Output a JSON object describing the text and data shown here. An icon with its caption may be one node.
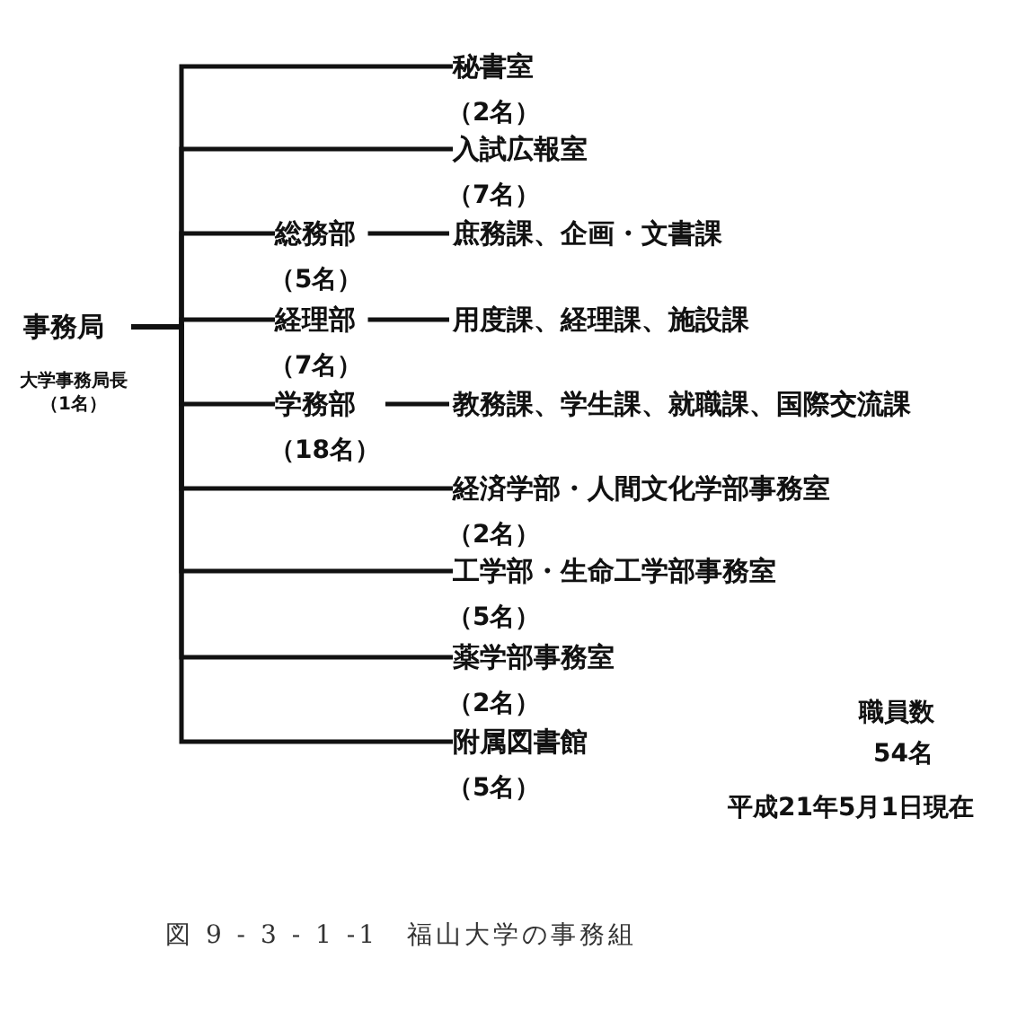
{
  "diagram": {
    "caption": "図 9 - 3 - 1 -1　福山大学の事務組",
    "nodes": [
      {
        "text": [
          "事務局"
        ],
        "beside": [
          "大学事務局長（1名）"
        ]
      },
      {
        "text": [
          "秘書室"
        ],
        "beside": [
          "（2名）"
        ]
      },
      {
        "text": [
          "入試広報室"
        ],
        "beside": [
          "（7名）"
        ]
      },
      {
        "text": [
          "総務部"
        ],
        "beside": [
          "（5名）"
        ]
      },
      {
        "text": [
          "庶務課、企画・文書課"
        ]
      },
      {
        "text": [
          "経理部"
        ],
        "beside": [
          "（7名）"
        ]
      },
      {
        "text": [
          "用度課、経理課、施設課"
        ]
      },
      {
        "text": [
          "学務部"
        ],
        "beside": [
          "（18名）"
        ]
      },
      {
        "text": [
          "教務課、学生課、就職課、国際交流課"
        ]
      },
      {
        "text": [
          "経済学部・人間文化学部事務室"
        ],
        "beside": [
          "（2名）"
        ]
      },
      {
        "text": [
          "工学部・生命工学部事務室"
        ],
        "beside": [
          "（5名）"
        ]
      },
      {
        "text": [
          "薬学部事務室"
        ],
        "beside": [
          "（2名）"
        ]
      },
      {
        "text": [
          "附属図書館"
        ],
        "beside": [
          "（5名）"
        ]
      }
    ],
    "edges": [
      {
        "from": 0,
        "to": 1,
        "arrow": "none"
      },
      {
        "from": 0,
        "to": 2,
        "arrow": "none"
      },
      {
        "from": 0,
        "to": 3,
        "arrow": "none"
      },
      {
        "from": 3,
        "to": 4,
        "arrow": "none"
      },
      {
        "from": 0,
        "to": 5,
        "arrow": "none"
      },
      {
        "from": 5,
        "to": 6,
        "arrow": "none"
      },
      {
        "from": 0,
        "to": 7,
        "arrow": "none"
      },
      {
        "from": 7,
        "to": 8,
        "arrow": "none"
      },
      {
        "from": 0,
        "to": 9,
        "arrow": "none"
      },
      {
        "from": 0,
        "to": 10,
        "arrow": "none"
      },
      {
        "from": 0,
        "to": 11,
        "arrow": "none"
      },
      {
        "from": 0,
        "to": 12,
        "arrow": "none"
      }
    ],
    "labels": [
      "職員数",
      "54名",
      "平成21年5月1日現在"
    ]
  }
}
